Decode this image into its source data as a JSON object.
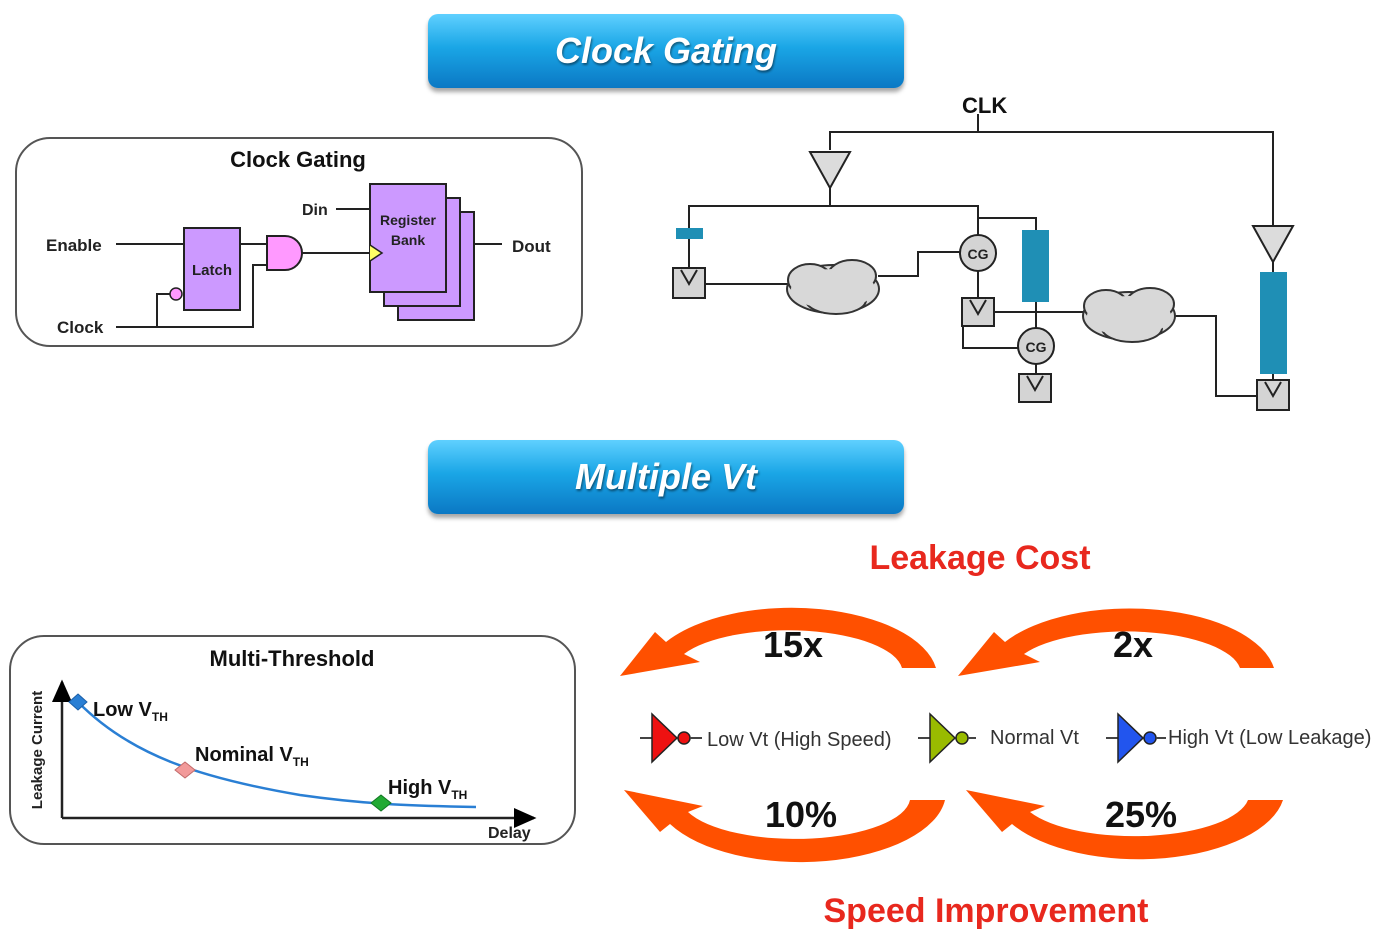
{
  "banners": {
    "clock_gating": "Clock Gating",
    "multiple_vt": "Multiple Vt"
  },
  "cg_box": {
    "title": "Clock Gating",
    "enable": "Enable",
    "clock": "Clock",
    "latch": "Latch",
    "din": "Din",
    "register_line1": "Register",
    "register_line2": "Bank",
    "dout": "Dout"
  },
  "tree": {
    "clk": "CLK",
    "cg": "CG"
  },
  "mt_box": {
    "title": "Multi-Threshold",
    "ylabel": "Leakage Current",
    "xlabel": "Delay",
    "low_vth": "Low V",
    "nominal_vth": "Nominal V",
    "high_vth": "High V",
    "th_sub": "TH"
  },
  "vt": {
    "leakage_cost": "Leakage Cost",
    "speed_improvement": "Speed Improvement",
    "leak_low_vs_nominal": "15x",
    "leak_nominal_vs_high": "2x",
    "speed_low_vs_nominal": "10%",
    "speed_nominal_vs_high": "25%",
    "low_vt": "Low Vt (High Speed)",
    "normal_vt": "Normal Vt",
    "high_vt": "High Vt (Low Leakage)"
  },
  "colors": {
    "banner": "#1aa6e6",
    "latch_fill": "#cc99ff",
    "and_fill": "#ff99ff",
    "flop_fill": "#bfc0c2",
    "clock_buffer": "#1f8fb5",
    "arrow": "#ff5000",
    "headline": "#e8281e",
    "low_vt": "#ee1111",
    "normal_vt": "#99bb00",
    "high_vt": "#2255ee",
    "curve": "#2a7fd4"
  }
}
